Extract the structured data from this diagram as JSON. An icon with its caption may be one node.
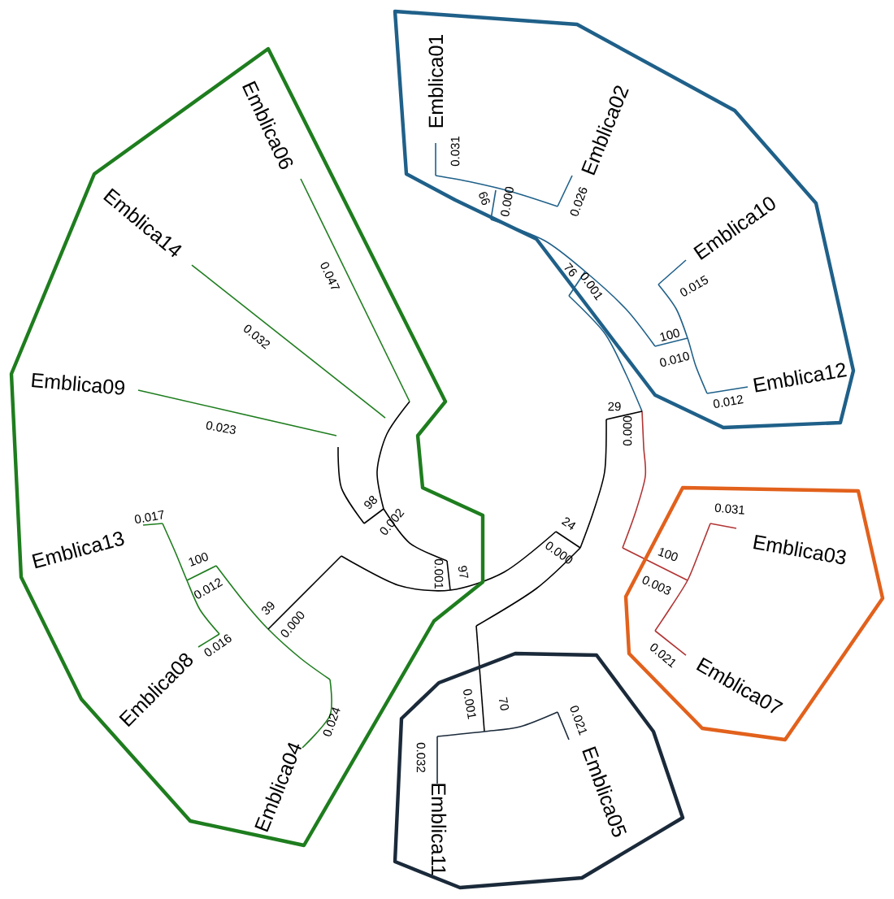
{
  "diagram": {
    "nodes": [
      {
        "text": [],
        "shape": "polygon"
      },
      {
        "text": [],
        "shape": "polygon"
      },
      {
        "text": [],
        "shape": "polygon"
      },
      {
        "text": [],
        "shape": "polygon"
      },
      {
        "text": [
          "Emblica06"
        ],
        "in": 0
      },
      {
        "text": [
          "Emblica01"
        ],
        "in": 1
      },
      {
        "text": [
          "Emblica02"
        ],
        "in": 1
      },
      {
        "text": [
          "Emblica14"
        ],
        "in": 0
      },
      {
        "text": [
          "Emblica10"
        ],
        "in": 1
      },
      {
        "text": [
          "Emblica09"
        ],
        "in": 0
      },
      {
        "text": [
          "Emblica12"
        ],
        "in": 1
      },
      {
        "text": [
          "Emblica13"
        ],
        "in": 0
      },
      {
        "text": [
          "Emblica03"
        ],
        "in": 2
      },
      {
        "text": [
          "Emblica07"
        ],
        "in": 2
      },
      {
        "text": [
          "Emblica08"
        ],
        "in": 0
      },
      {
        "text": [
          "Emblica04"
        ],
        "in": 0
      },
      {
        "text": [
          "Emblica05"
        ],
        "in": 3
      },
      {
        "text": [
          "Emblica11"
        ],
        "in": 3
      }
    ],
    "labels": [
      "0.031",
      "0.026",
      "66",
      "0.000",
      "76",
      "0.001",
      "0.015",
      "100",
      "0.010",
      "0.012",
      "29",
      "0.000",
      "0.031",
      "100",
      "0.003",
      "0.021",
      "24",
      "0.000",
      "0.001",
      "70",
      "0.021",
      "0.032",
      "98",
      "0.002",
      "0.001",
      "97",
      "39",
      "0.000",
      "100",
      "0.012",
      "0.017",
      "0.016",
      "0.024",
      "0.023",
      "0.032",
      "0.047"
    ]
  }
}
